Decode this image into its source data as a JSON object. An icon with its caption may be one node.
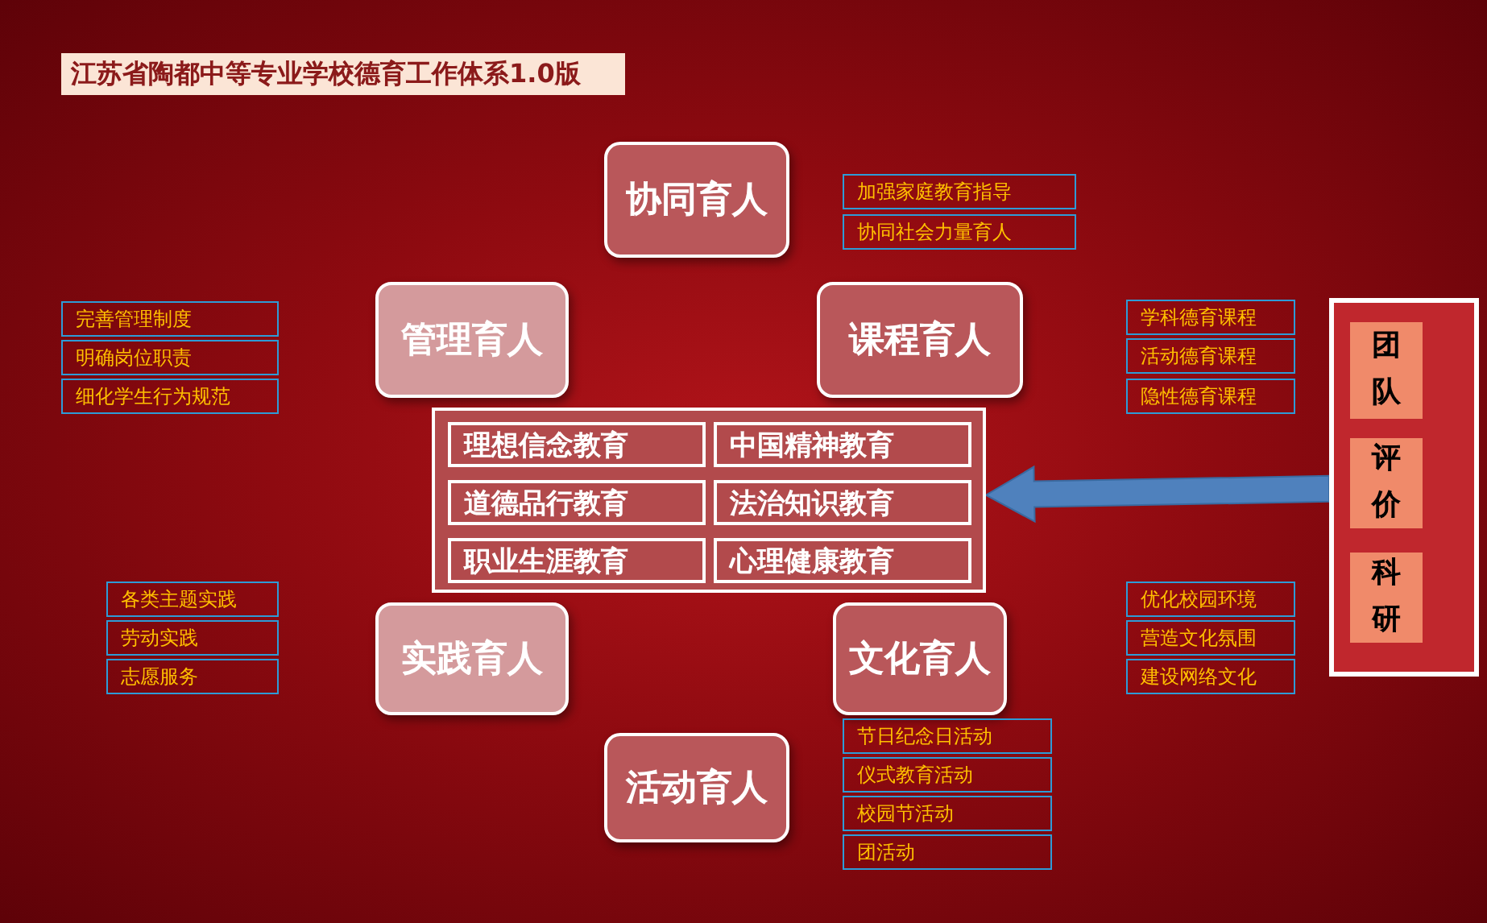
{
  "diagram": {
    "title": "江苏省陶都中等专业学校德育工作体系1.0版",
    "nodes": [
      {
        "text": [
          "协同育人"
        ]
      },
      {
        "text": [
          "加强家庭教育指导"
        ]
      },
      {
        "text": [
          "协同社会力量育人"
        ]
      },
      {
        "text": [
          "管理育人"
        ]
      },
      {
        "text": [
          "课程育人"
        ]
      },
      {
        "text": [
          "完善管理制度"
        ]
      },
      {
        "text": [
          "明确岗位职责"
        ]
      },
      {
        "text": [
          "细化学生行为规范"
        ]
      },
      {
        "text": [
          "学科德育课程"
        ]
      },
      {
        "text": [
          "活动德育课程"
        ]
      },
      {
        "text": [
          "隐性德育课程"
        ]
      },
      {
        "text": [],
        "shape": "box"
      },
      {
        "text": [
          "团队"
        ],
        "in": 11
      },
      {
        "text": [
          "评价"
        ],
        "in": 11
      },
      {
        "text": [
          "科研"
        ],
        "in": 11
      },
      {
        "text": [],
        "shape": "box"
      },
      {
        "text": [
          "理想信念教育"
        ],
        "in": 15
      },
      {
        "text": [
          "中国精神教育"
        ],
        "in": 15
      },
      {
        "text": [
          "道德品行教育"
        ],
        "in": 15
      },
      {
        "text": [
          "法治知识教育"
        ],
        "in": 15
      },
      {
        "text": [
          "职业生涯教育"
        ],
        "in": 15
      },
      {
        "text": [
          "心理健康教育"
        ],
        "in": 15
      },
      {
        "text": [
          "实践育人"
        ]
      },
      {
        "text": [
          "文化育人"
        ]
      },
      {
        "text": [
          "各类主题实践"
        ]
      },
      {
        "text": [
          "劳动实践"
        ]
      },
      {
        "text": [
          "志愿服务"
        ]
      },
      {
        "text": [
          "优化校园环境"
        ]
      },
      {
        "text": [
          "营造文化氛围"
        ]
      },
      {
        "text": [
          "建设网络文化"
        ]
      },
      {
        "text": [
          "活动育人"
        ]
      },
      {
        "text": [
          "节日纪念日活动"
        ]
      },
      {
        "text": [
          "仪式教育活动"
        ]
      },
      {
        "text": [
          "校园节活动"
        ]
      },
      {
        "text": [
          "团活动"
        ]
      }
    ],
    "edges": [
      {
        "from": 11,
        "to": 15,
        "arrow": "to",
        "color": "#4f81bd",
        "style": "thick"
      }
    ]
  }
}
